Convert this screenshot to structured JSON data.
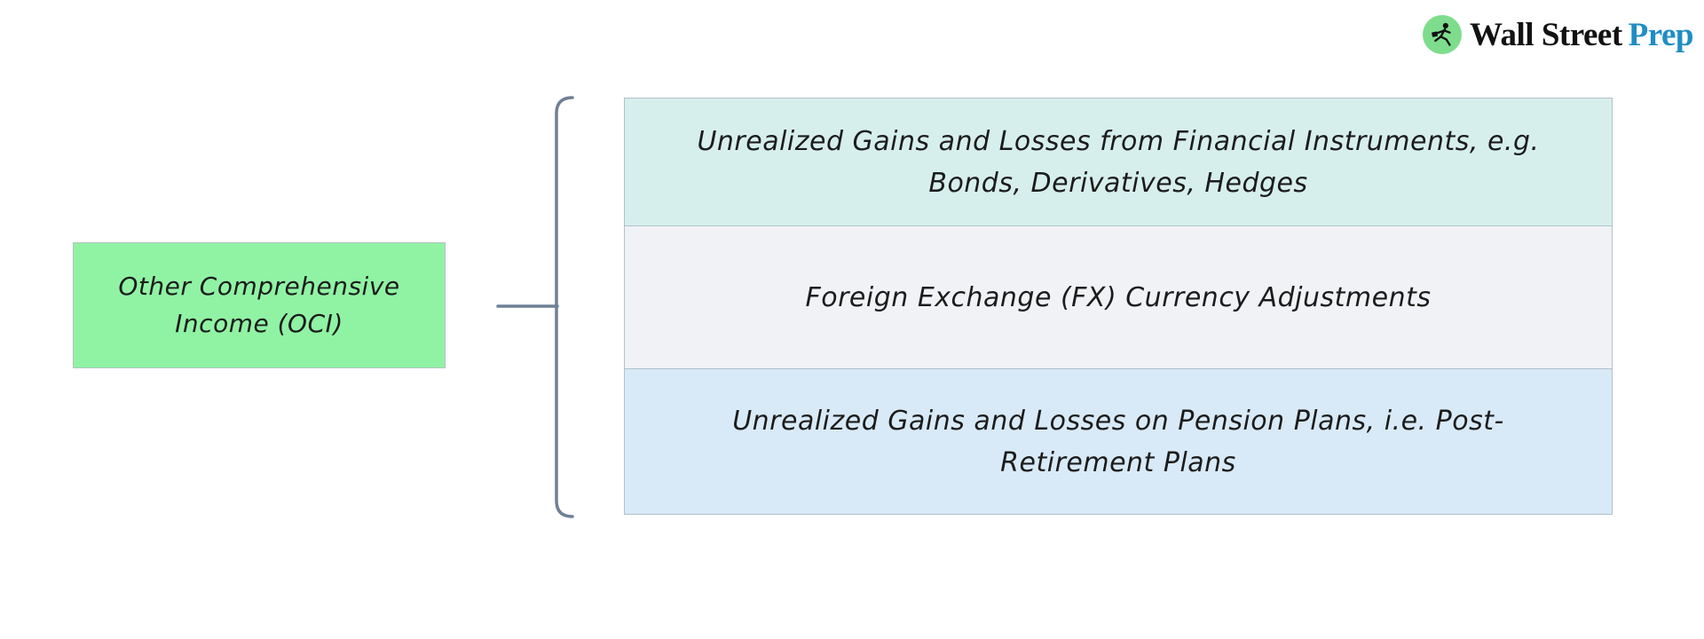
{
  "brand": {
    "icon": "runner-icon",
    "icon_bg_color": "#7edd8d",
    "name_primary": "Wall Street",
    "name_primary_color": "#121212",
    "name_accent": "Prep",
    "name_accent_color": "#1f8dc5"
  },
  "diagram": {
    "root": {
      "label": "Other Comprehensive Income (OCI)",
      "fill_color": "#90f3a4"
    },
    "connector_color": "#6f8096",
    "components": [
      {
        "label": "Unrealized Gains and Losses from Financial Instruments, e.g. Bonds, Derivatives, Hedges",
        "fill_color": "#d6efed"
      },
      {
        "label": "Foreign Exchange (FX) Currency Adjustments",
        "fill_color": "#f1f2f6"
      },
      {
        "label": "Unrealized Gains and Losses on Pension Plans, i.e. Post-Retirement Plans",
        "fill_color": "#d8eaf7"
      }
    ]
  }
}
